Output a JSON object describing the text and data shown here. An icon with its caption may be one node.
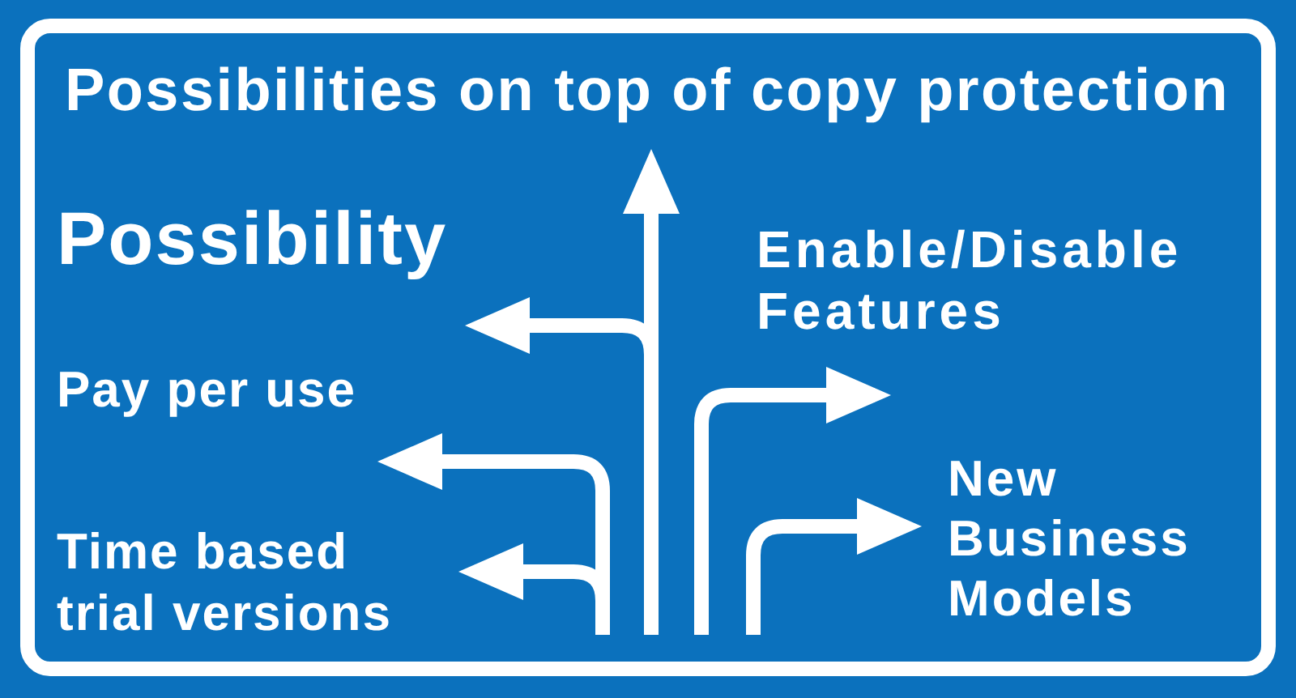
{
  "diagram": {
    "nodes": [
      {
        "text": [
          "Possibilities on top of copy protection"
        ]
      },
      {
        "text": [
          "Possibility"
        ]
      },
      {
        "text": [
          "Enable/Disable Features"
        ]
      },
      {
        "text": [
          "Pay per use"
        ]
      },
      {
        "text": [
          "New Business Models"
        ]
      },
      {
        "text": [
          "Time based trial versions"
        ]
      }
    ],
    "edges": [
      {
        "from": null,
        "to": 0,
        "arrow": "to"
      },
      {
        "from": null,
        "to": 1,
        "arrow": "to"
      },
      {
        "from": null,
        "to": 3,
        "arrow": "to"
      },
      {
        "from": null,
        "to": 5,
        "arrow": "to"
      },
      {
        "from": null,
        "to": 2,
        "arrow": "to"
      },
      {
        "from": null,
        "to": 4,
        "arrow": "to"
      }
    ]
  }
}
